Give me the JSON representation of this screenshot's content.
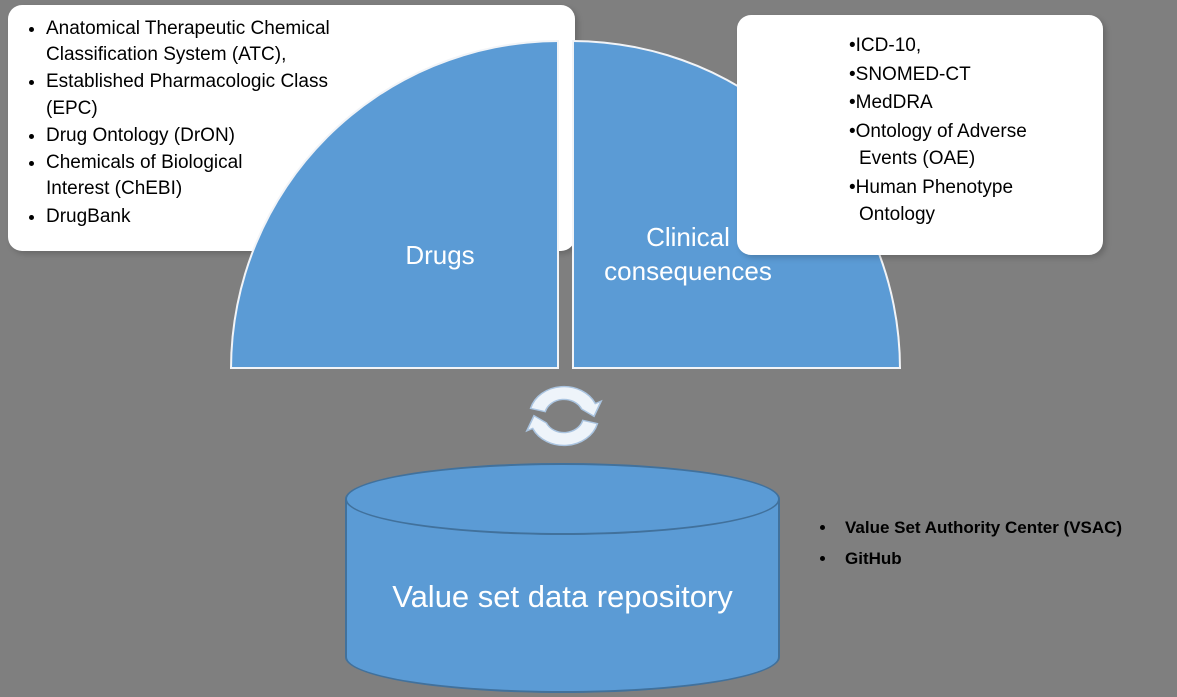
{
  "colors": {
    "background": "#7f7f7f",
    "shape_blue": "#5b9bd5",
    "cylinder_border": "#41719c",
    "panel_bg": "#ffffff",
    "text_dark": "#000000",
    "text_light": "#ffffff"
  },
  "drug_panel": {
    "items": [
      "Anatomical Therapeutic Chemical\nClassification System (ATC),",
      "Established Pharmacologic Class\n(EPC)",
      "Drug Ontology (DrON)",
      "Chemicals of Biological\nInterest (ChEBI)",
      "DrugBank"
    ]
  },
  "clinical_panel": {
    "items": [
      "ICD-10,",
      "SNOMED-CT",
      "MedDRA",
      "Ontology of Adverse\nEvents (OAE)",
      "Human Phenotype\nOntology"
    ]
  },
  "drugs_half": {
    "label": "Drugs"
  },
  "clinical_half": {
    "label": "Clinical consequences"
  },
  "repository": {
    "label": "Value set data repository"
  },
  "repo_sources": {
    "items": [
      "Value Set Authority Center (VSAC)",
      "GitHub"
    ]
  }
}
